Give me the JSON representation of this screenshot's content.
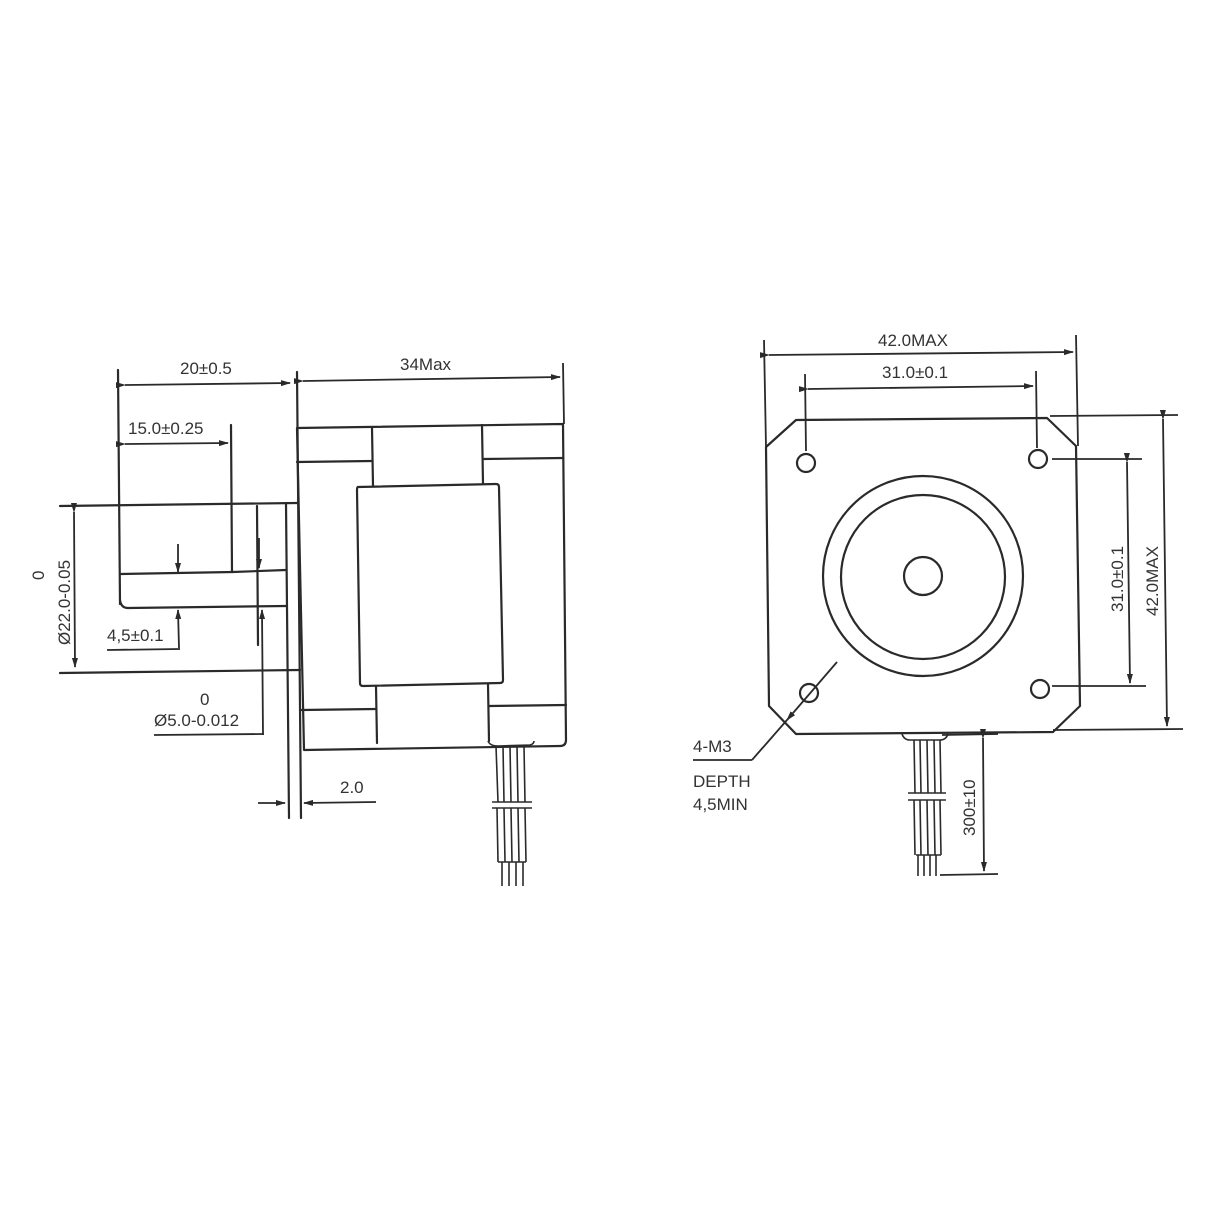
{
  "drawing": {
    "subject": "stepper motor dimension drawing",
    "colors": {
      "line": "#2a2a2a",
      "text": "#333333",
      "background": "#ffffff"
    }
  },
  "side_view": {
    "dimensions": {
      "shaft_length": "20±0.5",
      "flat_length": "15.0±0.25",
      "body_length": "34Max",
      "boss_diameter_upper_tol": "0",
      "boss_diameter": "Ø22.0-0.05",
      "flat_depth": "4,5±0.1",
      "shaft_diameter_upper_tol": "0",
      "shaft_diameter": "Ø5.0-0.012",
      "boss_height": "2.0"
    }
  },
  "front_view": {
    "dimensions": {
      "overall_width": "42.0MAX",
      "hole_spacing_horizontal": "31.0±0.1",
      "hole_spacing_vertical": "31.0±0.1",
      "overall_height": "42.0MAX",
      "lead_length": "300±10"
    },
    "callout": {
      "thread": "4-M3",
      "depth_label": "DEPTH",
      "depth_value": "4,5MIN"
    }
  }
}
